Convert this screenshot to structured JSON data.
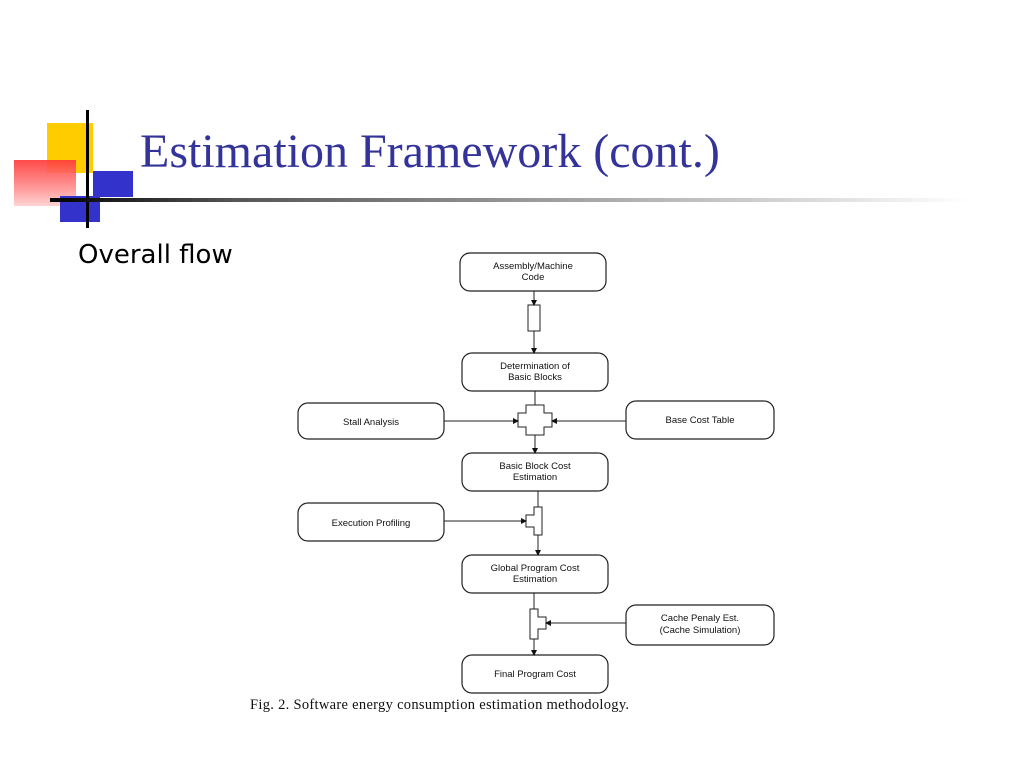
{
  "slide": {
    "title": "Estimation Framework (cont.)",
    "subtitle": "Overall flow"
  },
  "diagram": {
    "nodes": {
      "assembly": [
        "Assembly/Machine",
        "Code"
      ],
      "basic_blocks": [
        "Determination of",
        "Basic Blocks"
      ],
      "stall": [
        "Stall Analysis"
      ],
      "base_cost": [
        "Base Cost Table"
      ],
      "bb_cost": [
        "Basic Block Cost",
        "Estimation"
      ],
      "exec_prof": [
        "Execution Profiling"
      ],
      "global_cost": [
        "Global Program Cost",
        "Estimation"
      ],
      "cache": [
        "Cache Penaly Est.",
        "(Cache Simulation)"
      ],
      "final": [
        "Final Program Cost"
      ]
    },
    "caption": "Fig. 2.   Software energy consumption estimation methodology."
  },
  "colors": {
    "title": "#333399",
    "accent_yellow": "#ffcc00",
    "accent_red": "#ff3a3a",
    "accent_blue": "#3333cc"
  }
}
